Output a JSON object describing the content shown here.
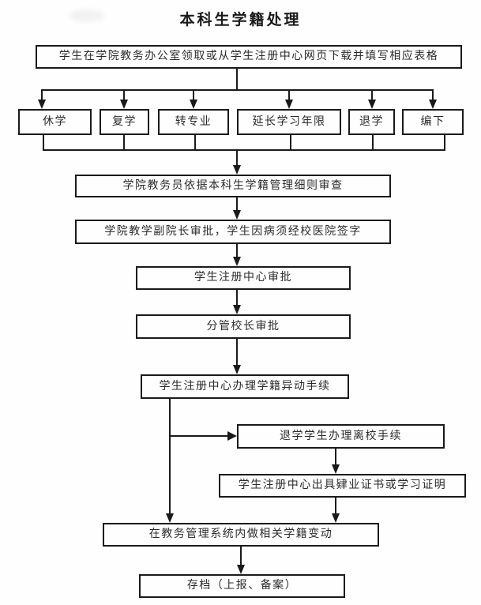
{
  "title": "本科生学籍处理",
  "colors": {
    "line": "#1a1a1a",
    "text": "#2b2b2b",
    "background": "#fefefe"
  },
  "nodes": {
    "get_forms": "学生在学院教务办公室领取或从学生注册中心网页下载并填写相应表格",
    "suspension": "休学",
    "resumption": "复学",
    "change_major": "转专业",
    "extend_study": "延长学习年限",
    "withdrawal": "退学",
    "transfer_lower_grade": "编下",
    "registrar_review": "学院教务员依据本科生学籍管理细则审查",
    "vice_dean_approval": "学院教学副院长审批，学生因病须经校医院签字",
    "reg_center_approval": "学生注册中心审批",
    "vice_president_approval": "分管校长审批",
    "status_change": "学生注册中心办理学籍异动手续",
    "withdrawal_leave": "退学学生办理离校手续",
    "issue_certificate": "学生注册中心出具肄业证书或学习证明",
    "system_update": "在教务管理系统内做相关学籍变动",
    "archive": "存档（上报、备案）"
  },
  "edges": [
    {
      "from": "get_forms",
      "to": "suspension"
    },
    {
      "from": "get_forms",
      "to": "resumption"
    },
    {
      "from": "get_forms",
      "to": "change_major"
    },
    {
      "from": "get_forms",
      "to": "extend_study"
    },
    {
      "from": "get_forms",
      "to": "withdrawal"
    },
    {
      "from": "get_forms",
      "to": "transfer_lower_grade"
    },
    {
      "from": "suspension",
      "to": "registrar_review"
    },
    {
      "from": "resumption",
      "to": "registrar_review"
    },
    {
      "from": "change_major",
      "to": "registrar_review"
    },
    {
      "from": "extend_study",
      "to": "registrar_review"
    },
    {
      "from": "withdrawal",
      "to": "registrar_review"
    },
    {
      "from": "transfer_lower_grade",
      "to": "registrar_review"
    },
    {
      "from": "registrar_review",
      "to": "vice_dean_approval"
    },
    {
      "from": "vice_dean_approval",
      "to": "reg_center_approval"
    },
    {
      "from": "reg_center_approval",
      "to": "vice_president_approval"
    },
    {
      "from": "vice_president_approval",
      "to": "status_change"
    },
    {
      "from": "status_change",
      "to": "withdrawal_leave"
    },
    {
      "from": "withdrawal_leave",
      "to": "issue_certificate"
    },
    {
      "from": "issue_certificate",
      "to": "system_update"
    },
    {
      "from": "status_change",
      "to": "system_update"
    },
    {
      "from": "system_update",
      "to": "archive"
    }
  ]
}
